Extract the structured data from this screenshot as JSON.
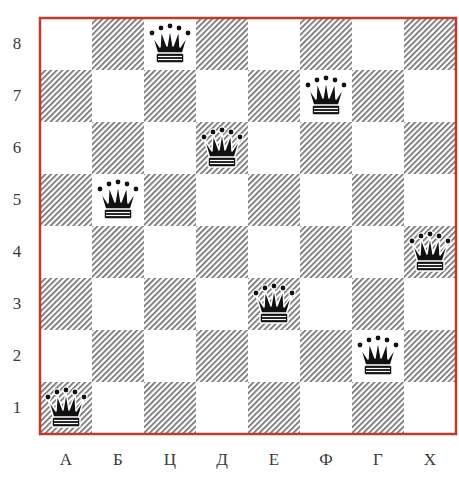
{
  "diagram": {
    "labels": [
      "8",
      "7",
      "6",
      "5",
      "4",
      "3",
      "2",
      "1",
      "А",
      "Б",
      "Ц",
      "Д",
      "Е",
      "Ф",
      "Г",
      "Х"
    ]
  }
}
